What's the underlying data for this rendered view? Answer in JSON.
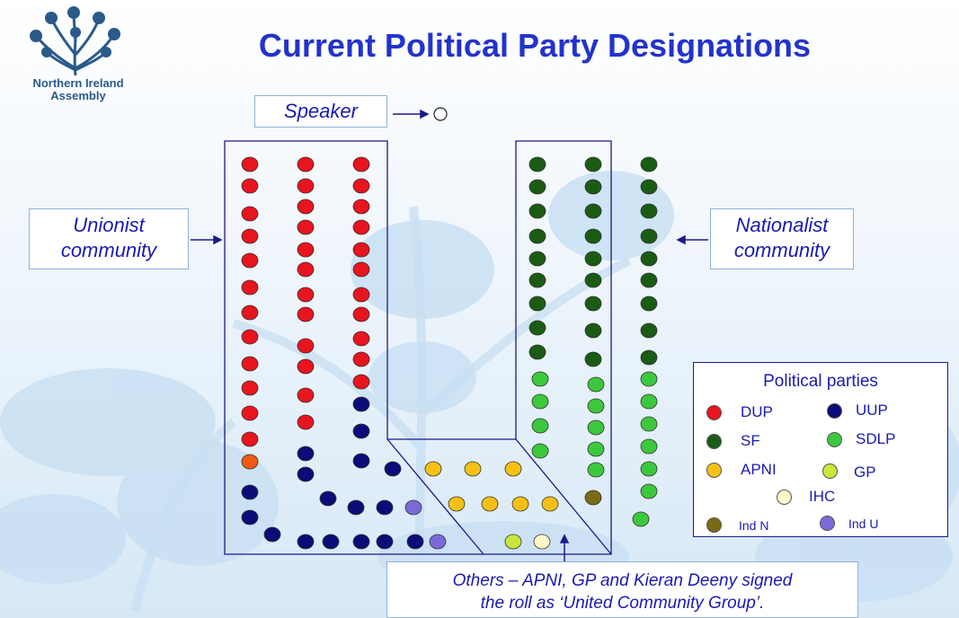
{
  "title": "Current Political Party Designations",
  "logo": {
    "line1": "Northern Ireland",
    "line2": "Assembly"
  },
  "labels": {
    "speaker": "Speaker",
    "unionist_line1": "Unionist",
    "unionist_line2": "community",
    "nationalist_line1": "Nationalist",
    "nationalist_line2": "community",
    "others_line1": "Others – APNI, GP and Kieran Deeny signed",
    "others_line2": "the roll as ‘United Community Group’."
  },
  "legend": {
    "title": "Political parties",
    "items": [
      {
        "label": "DUP",
        "color": "#e8141e"
      },
      {
        "label": "UUP",
        "color": "#0c0c78"
      },
      {
        "label": "SF",
        "color": "#1a5c14"
      },
      {
        "label": "SDLP",
        "color": "#3cc83c"
      },
      {
        "label": "APNI",
        "color": "#f7c015"
      },
      {
        "label": "GP",
        "color": "#c8e63c"
      },
      {
        "label": "IHC",
        "color": "#fff7c8"
      },
      {
        "label": "Ind N",
        "color": "#7a6a14"
      },
      {
        "label": "Ind U",
        "color": "#7a6ad8"
      }
    ]
  },
  "colors": {
    "accent": "#2233cc",
    "border": "#1a1a8a",
    "DUP": "#e8141e",
    "DUP_orange": "#f05a14",
    "UUP": "#0c0c78",
    "SF": "#1a5c14",
    "SDLP": "#3cc83c",
    "APNI": "#f7c015",
    "GP": "#c8e63c",
    "IHC": "#fff7c8",
    "IndN": "#7a6a14",
    "IndU": "#7a6ad8"
  }
}
